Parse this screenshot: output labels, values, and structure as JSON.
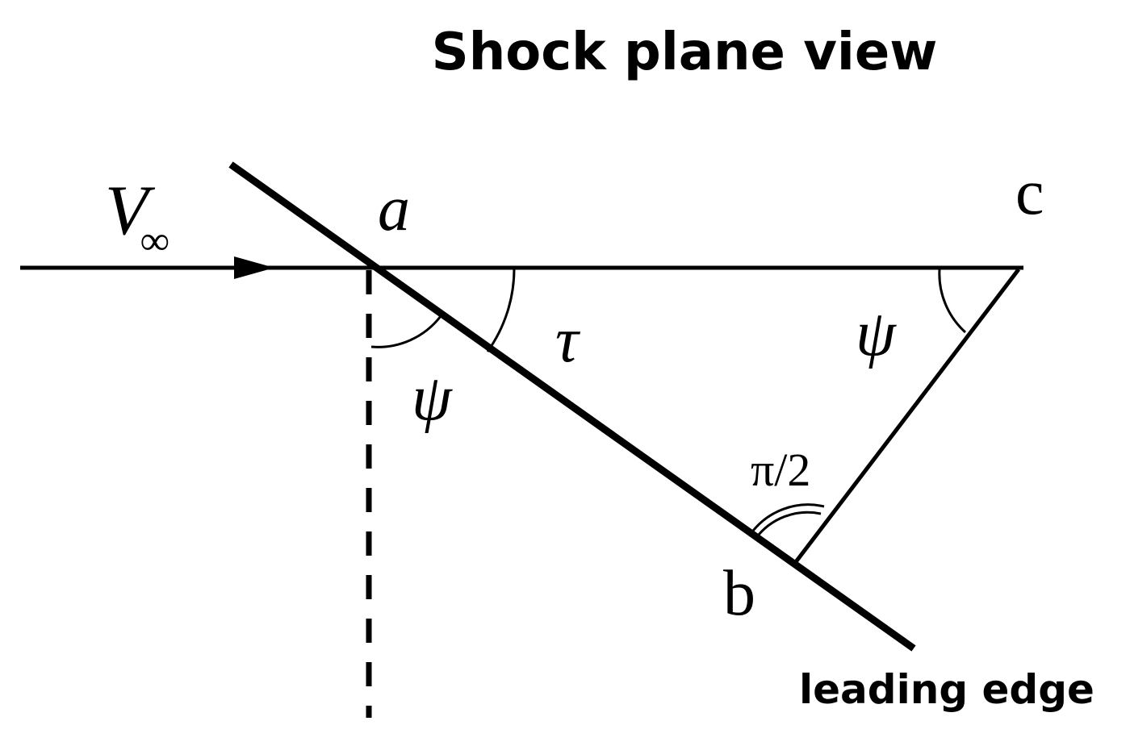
{
  "title": "Shock plane view",
  "labels": {
    "velocity_main": "V",
    "velocity_sub": "∞",
    "point_a": "a",
    "point_b": "b",
    "point_c": "c",
    "angle_tau": "τ",
    "angle_psi_at_a": "ψ",
    "angle_psi_at_c": "ψ",
    "angle_right": "π/2",
    "leading_edge": "leading edge"
  },
  "colors": {
    "stroke": "#000000",
    "background": "#ffffff"
  }
}
